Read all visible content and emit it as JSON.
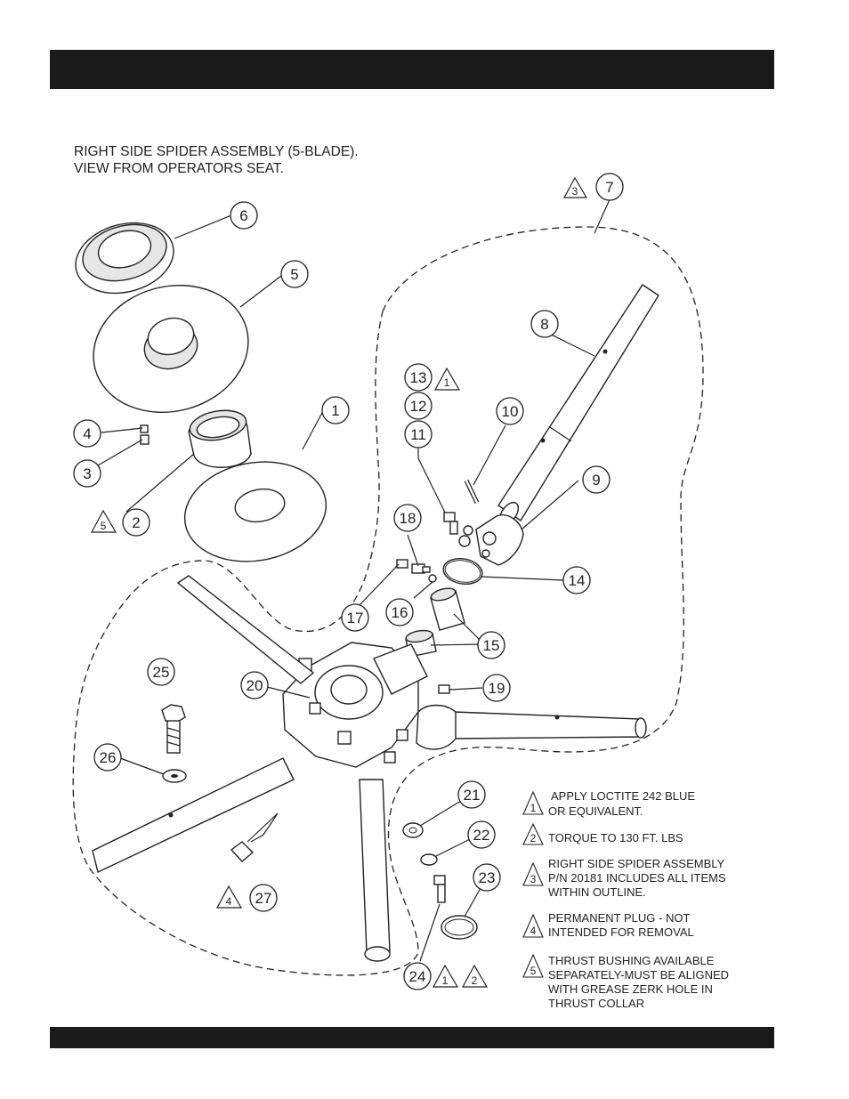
{
  "header_bar": {
    "color": "#1a1a1a"
  },
  "footer_bar": {
    "color": "#1a1a1a"
  },
  "caption": {
    "line1": "RIGHT SIDE SPIDER ASSEMBLY (5-BLADE).",
    "line2": "VIEW FROM OPERATORS SEAT."
  },
  "callouts": {
    "c1": "1",
    "c2": "2",
    "c3": "3",
    "c4": "4",
    "c5": "5",
    "c6": "6",
    "c7": "7",
    "c8": "8",
    "c9": "9",
    "c10": "10",
    "c11": "11",
    "c12": "12",
    "c13": "13",
    "c14": "14",
    "c15": "15",
    "c16": "16",
    "c17": "17",
    "c18": "18",
    "c19": "19",
    "c20": "20",
    "c21": "21",
    "c22": "22",
    "c23": "23",
    "c24": "24",
    "c25": "25",
    "c26": "26",
    "c27": "27"
  },
  "callout_flags": {
    "f7": "3",
    "f13": "1",
    "f2": "5",
    "f27": "4",
    "f24a": "1",
    "f24b": "2"
  },
  "notes": [
    {
      "flag": "1",
      "lines": [
        "APPLY LOCTITE  242 BLUE",
        "OR EQUIVALENT."
      ]
    },
    {
      "flag": "2",
      "lines": [
        "TORQUE TO 130 FT. LBS"
      ]
    },
    {
      "flag": "3",
      "lines": [
        "RIGHT SIDE SPIDER ASSEMBLY",
        "P/N 20181 INCLUDES ALL ITEMS",
        "WITHIN OUTLINE."
      ]
    },
    {
      "flag": "4",
      "lines": [
        "PERMANENT PLUG - NOT",
        "INTENDED FOR REMOVAL"
      ]
    },
    {
      "flag": "5",
      "lines": [
        "THRUST BUSHING AVAILABLE",
        "SEPARATELY-MUST BE ALIGNED",
        "WITH GREASE ZERK HOLE IN",
        "THRUST COLLAR"
      ]
    }
  ]
}
